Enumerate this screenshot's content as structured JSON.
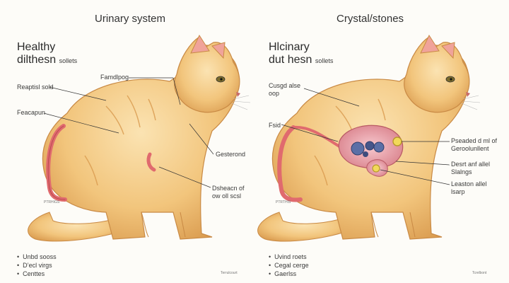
{
  "left_panel": {
    "title": "Urinary system",
    "heading_line1": "Healthy",
    "heading_line2": "dilthesn",
    "heading_suffix": "sollets",
    "labels": {
      "top_right": "Famdlpog",
      "left_upper": "Reaptisl sold",
      "left_mid": "Feacapun",
      "right_mid": "Gesterond",
      "right_low_1": "Dsheacn of",
      "right_low_2": "ow oll scsl"
    },
    "tail_note": "PTRHIGS",
    "legend": [
      "Unbd sooss",
      "D’ecl virgs",
      "Centtes"
    ],
    "signature": "Terrulcourt"
  },
  "right_panel": {
    "title": "Crystal/stones",
    "heading_line1": "Hlcinary",
    "heading_line2": "dut hesn",
    "heading_suffix": "sollets",
    "labels": {
      "left_upper_1": "Cusgd alse",
      "left_upper_2": "oop",
      "left_mid": "Fsid",
      "right_1a": "Pseaded d ml of",
      "right_1b": "Geroolunllent",
      "right_2a": "Desrt anf allel",
      "right_2b": "Slalngs",
      "right_3a": "Leaston allel",
      "right_3b": "lsarp"
    },
    "tail_note": "PTRTHIS",
    "legend": [
      "Uvind roets",
      "Cegal cerge",
      "Gaerlss"
    ],
    "signature": "Tcrelbont"
  },
  "colors": {
    "fur": "#f2c57c",
    "fur_dark": "#d99a4e",
    "urinary": "#e06a6e",
    "bladder": "#eaa0a8",
    "stone": "#5b6fa6",
    "crystal_ring": "#d8c43a"
  }
}
